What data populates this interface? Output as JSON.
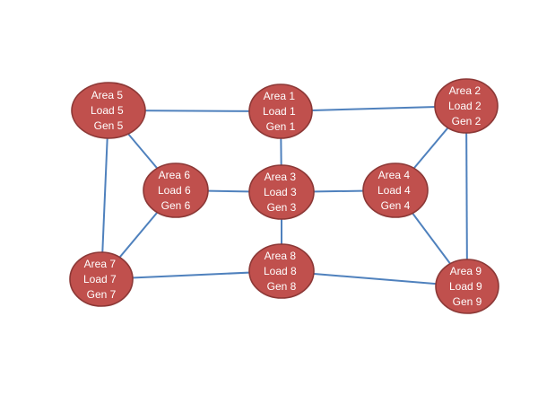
{
  "nodes": [
    {
      "id": "area1",
      "lines": [
        "Area 1",
        "Load 1",
        "Gen 1"
      ]
    },
    {
      "id": "area2",
      "lines": [
        "Area 2",
        "Load 2",
        "Gen 2"
      ]
    },
    {
      "id": "area3",
      "lines": [
        "Area 3",
        "Load 3",
        "Gen 3"
      ]
    },
    {
      "id": "area4",
      "lines": [
        "Area 4",
        "Load 4",
        "Gen 4"
      ]
    },
    {
      "id": "area5",
      "lines": [
        "Area 5",
        "Load 5",
        "Gen 5"
      ]
    },
    {
      "id": "area6",
      "lines": [
        "Area 6",
        "Load 6",
        "Gen 6"
      ]
    },
    {
      "id": "area7",
      "lines": [
        "Area 7",
        "Load 7",
        "Gen 7"
      ]
    },
    {
      "id": "area8",
      "lines": [
        "Area 8",
        "Load 8",
        "Gen 8"
      ]
    },
    {
      "id": "area9",
      "lines": [
        "Area 9",
        "Load 9",
        "Gen 9"
      ]
    }
  ],
  "edges": [
    [
      "area5",
      "area1"
    ],
    [
      "area1",
      "area2"
    ],
    [
      "area1",
      "area3"
    ],
    [
      "area5",
      "area6"
    ],
    [
      "area5",
      "area7"
    ],
    [
      "area2",
      "area4"
    ],
    [
      "area2",
      "area9"
    ],
    [
      "area6",
      "area3"
    ],
    [
      "area3",
      "area4"
    ],
    [
      "area6",
      "area7"
    ],
    [
      "area3",
      "area8"
    ],
    [
      "area4",
      "area9"
    ],
    [
      "area7",
      "area8"
    ],
    [
      "area8",
      "area9"
    ]
  ],
  "colors": {
    "node_fill": "#c0504d",
    "node_border": "#8c3836",
    "edge": "#4f81bd",
    "text": "#ffffff",
    "background": "#ffffff"
  }
}
